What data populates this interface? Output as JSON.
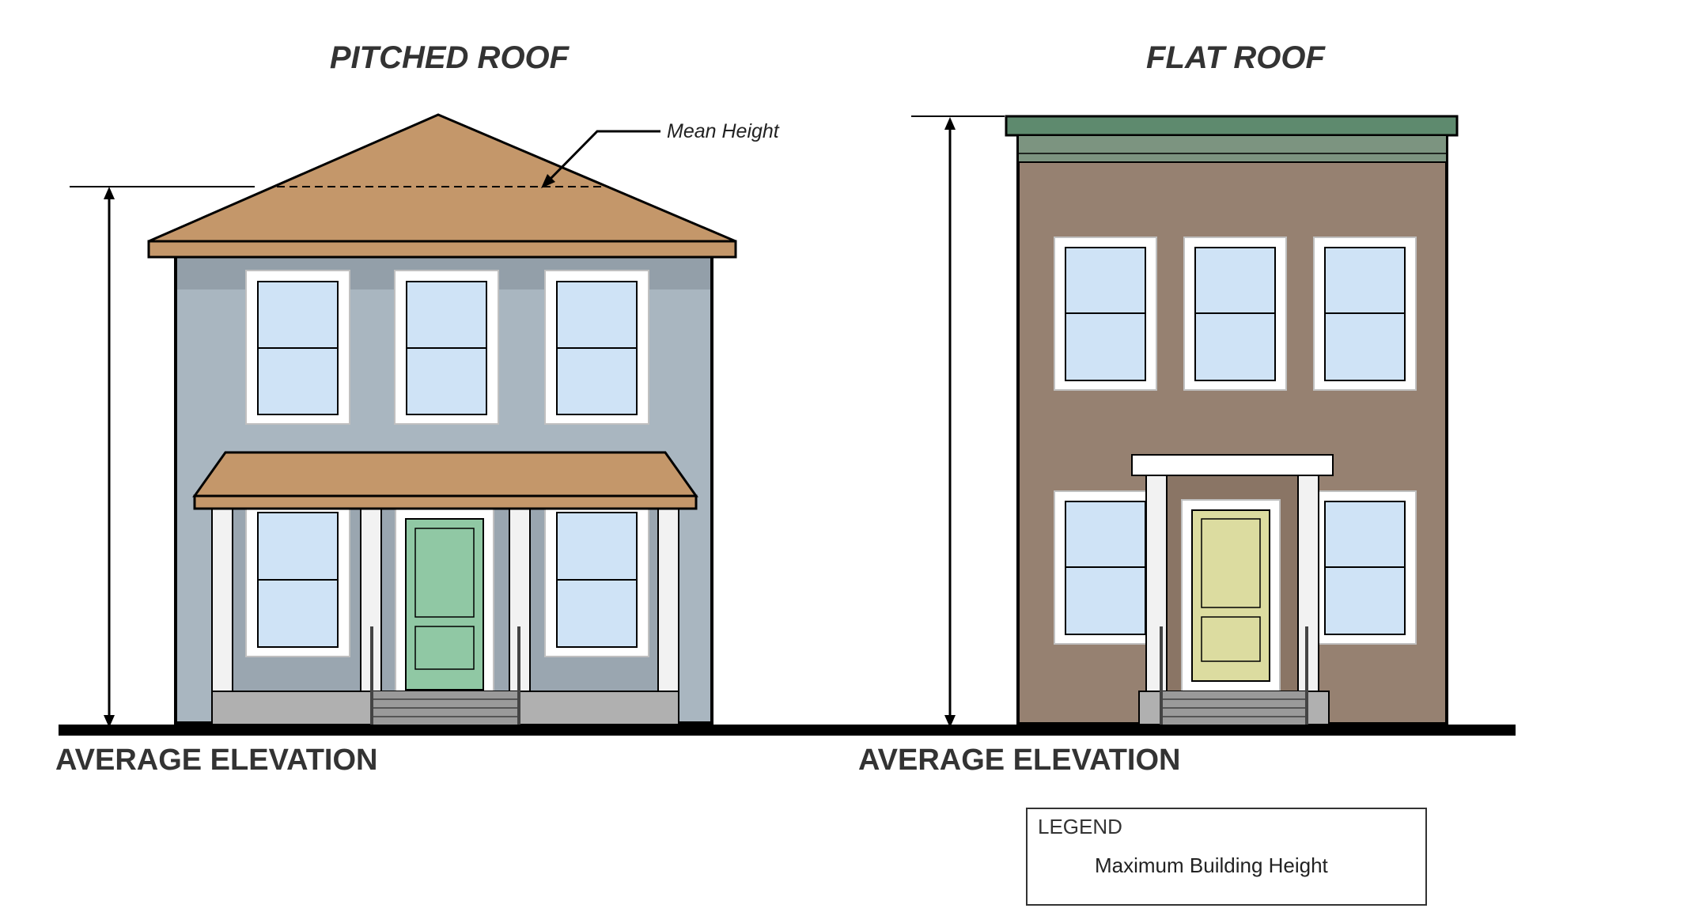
{
  "titles": {
    "pitched": "PITCHED ROOF",
    "flat": "FLAT ROOF"
  },
  "labels": {
    "average_elevation_left": "AVERAGE ELEVATION",
    "average_elevation_right": "AVERAGE ELEVATION",
    "mean_height": "Mean Height"
  },
  "legend": {
    "title": "LEGEND",
    "item": "Maximum Building Height"
  },
  "colors": {
    "pitched_wall": "#a9b6c0",
    "pitched_roof": "#c4976a",
    "pitched_door": "#90c8a4",
    "flat_wall": "#968171",
    "flat_trim": "#5e8a6e",
    "flat_door": "#dcdca0",
    "window_glass": "#cfe3f6",
    "ground": "#000000"
  }
}
